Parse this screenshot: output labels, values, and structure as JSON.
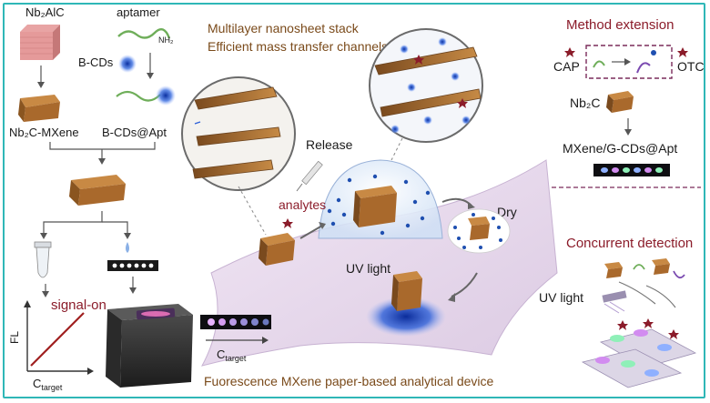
{
  "left_panel": {
    "nb2alc": "Nb₂AlC",
    "aptamer": "aptamer",
    "nh2": "NH₂",
    "bcds": "B-CDs",
    "nb2c_mxene": "Nb₂C-MXene",
    "bcds_apt": "B-CDs@Apt",
    "signal_on": "signal-on",
    "fl": "FL",
    "c_target": "C",
    "c_target_sub": "target"
  },
  "center": {
    "title_line1": "Multilayer nanosheet stack",
    "title_line2": "Efficient mass transfer channels",
    "release": "Release",
    "analytes": "analytes",
    "dry": "Dry",
    "uv_light": "UV light",
    "c_target": "C",
    "c_target_sub": "target",
    "bottom_caption": "Fuorescence MXene paper-based analytical device"
  },
  "right_panel": {
    "method_extension": "Method extension",
    "cap": "CAP",
    "otc": "OTC",
    "nb2c": "Nb₂C",
    "mxene_gcds": "MXene/G-CDs@Apt",
    "concurrent_detection": "Concurrent detection",
    "uv_light": "UV light"
  },
  "colors": {
    "frame": "#2fb7b7",
    "title_red": "#8b1c2a",
    "title_brown": "#7a4a1a",
    "mxene_orange": "#b8732e",
    "cd_blue": "#1f4fb0",
    "paper_lilac": "#e9dcef",
    "signal_line": "#a02020"
  }
}
